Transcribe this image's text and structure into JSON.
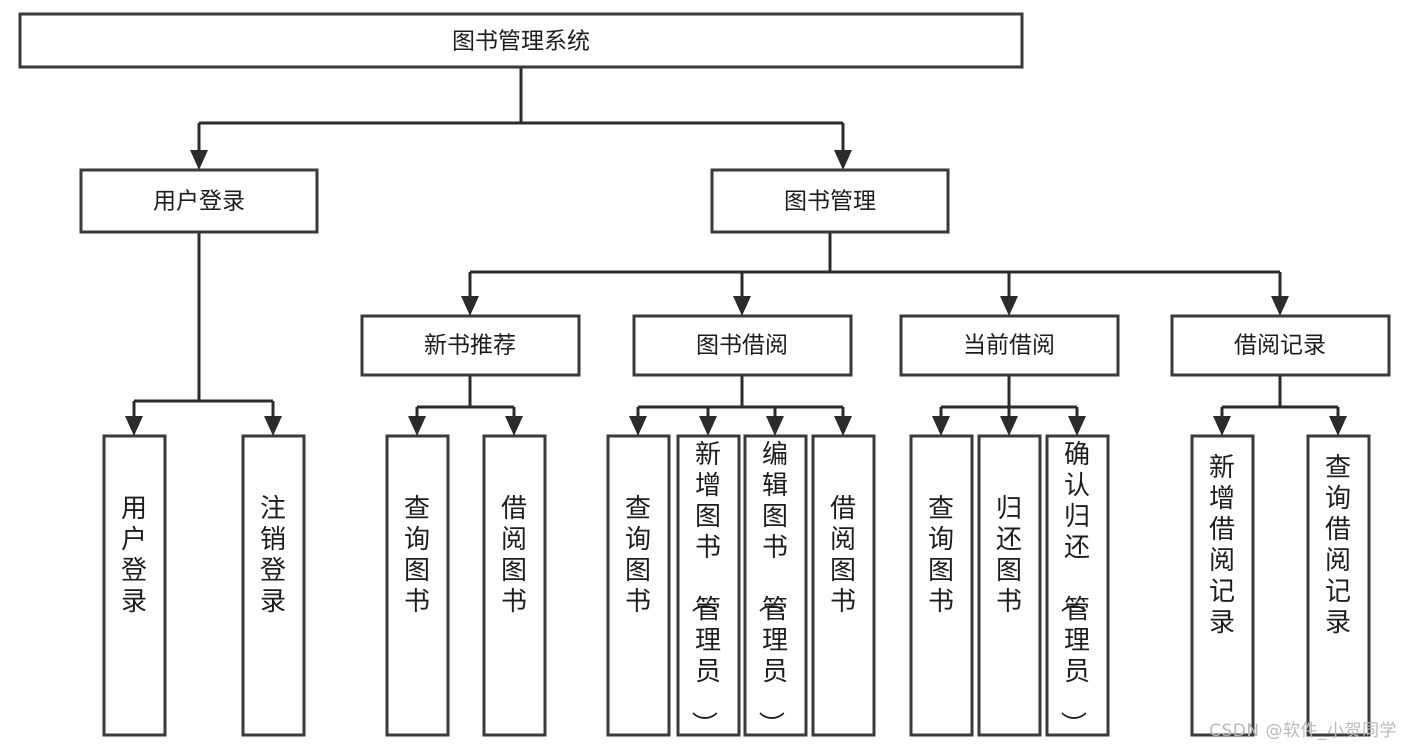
{
  "diagram": {
    "type": "tree",
    "title": "图书管理系统",
    "watermark": "CSDN @软件_小贺同学",
    "root": {
      "id": "root",
      "label": "图书管理系统",
      "orientation": "horizontal"
    },
    "level2": [
      {
        "id": "user-login",
        "label": "用户登录",
        "orientation": "horizontal"
      },
      {
        "id": "book-manage",
        "label": "图书管理",
        "orientation": "horizontal"
      }
    ],
    "level3": [
      {
        "id": "new-book-recommend",
        "label": "新书推荐",
        "parent": "book-manage",
        "orientation": "horizontal"
      },
      {
        "id": "book-borrow",
        "label": "图书借阅",
        "parent": "book-manage",
        "orientation": "horizontal"
      },
      {
        "id": "current-borrow",
        "label": "当前借阅",
        "parent": "book-manage",
        "orientation": "horizontal"
      },
      {
        "id": "borrow-record",
        "label": "借阅记录",
        "parent": "book-manage",
        "orientation": "horizontal"
      }
    ],
    "leaves": [
      {
        "id": "leaf-user-login",
        "label": "用户登录",
        "parent": "user-login",
        "orientation": "vertical"
      },
      {
        "id": "leaf-user-logout",
        "label": "注销登录",
        "parent": "user-login",
        "orientation": "vertical"
      },
      {
        "id": "leaf-query-book-1",
        "label": "查询图书",
        "parent": "new-book-recommend",
        "orientation": "vertical"
      },
      {
        "id": "leaf-borrow-book-1",
        "label": "借阅图书",
        "parent": "new-book-recommend",
        "orientation": "vertical"
      },
      {
        "id": "leaf-query-book-2",
        "label": "查询图书",
        "parent": "book-borrow",
        "orientation": "vertical"
      },
      {
        "id": "leaf-add-book",
        "label": "新增图书（管理员）",
        "parent": "book-borrow",
        "orientation": "vertical"
      },
      {
        "id": "leaf-edit-book",
        "label": "编辑图书（管理员）",
        "parent": "book-borrow",
        "orientation": "vertical"
      },
      {
        "id": "leaf-borrow-book-2",
        "label": "借阅图书",
        "parent": "book-borrow",
        "orientation": "vertical"
      },
      {
        "id": "leaf-query-book-3",
        "label": "查询图书",
        "parent": "current-borrow",
        "orientation": "vertical"
      },
      {
        "id": "leaf-return-book",
        "label": "归还图书",
        "parent": "current-borrow",
        "orientation": "vertical"
      },
      {
        "id": "leaf-confirm-return",
        "label": "确认归还（管理员）",
        "parent": "current-borrow",
        "orientation": "vertical"
      },
      {
        "id": "leaf-add-record",
        "label": "新增借阅记录",
        "parent": "borrow-record",
        "orientation": "vertical"
      },
      {
        "id": "leaf-query-record",
        "label": "查询借阅记录",
        "parent": "borrow-record",
        "orientation": "vertical"
      }
    ],
    "colors": {
      "box_stroke": "#3a3a3a",
      "box_fill": "#ffffff",
      "connector": "#2b2b2b",
      "text": "#1d1d1d",
      "watermark": "#b9b9b9",
      "background": "#ffffff"
    }
  }
}
